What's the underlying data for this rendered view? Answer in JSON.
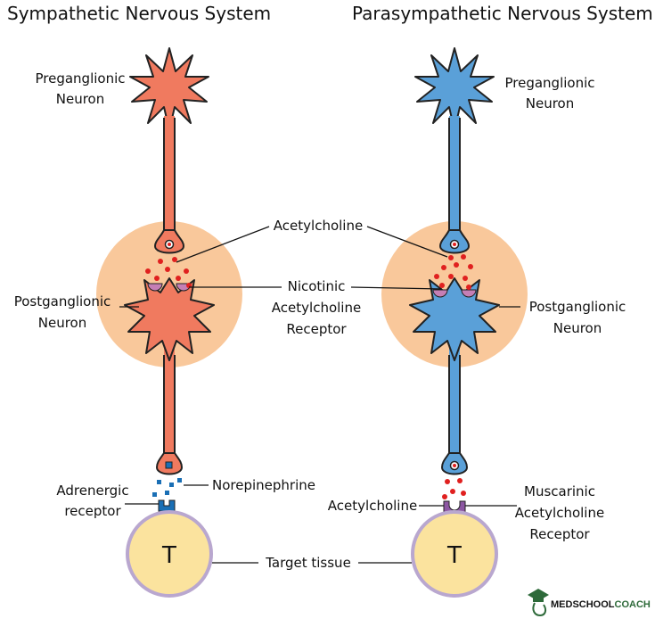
{
  "titles": {
    "left": "Sympathetic Nervous System",
    "right": "Parasympathetic Nervous System"
  },
  "labels": {
    "pre_left_1": "Preganglionic",
    "pre_left_2": "Neuron",
    "pre_right_1": "Preganglionic",
    "pre_right_2": "Neuron",
    "ach_top": "Acetylcholine",
    "nic_1": "Nicotinic",
    "nic_2": "Acetylcholine",
    "nic_3": "Receptor",
    "post_left_1": "Postganglionic",
    "post_left_2": "Neuron",
    "post_right_1": "Postganglionic",
    "post_right_2": "Neuron",
    "norepi": "Norepinephrine",
    "adren_1": "Adrenergic",
    "adren_2": "receptor",
    "ach_bottom": "Acetylcholine",
    "musc_1": "Muscarinic",
    "musc_2": "Acetylcholine",
    "musc_3": "Receptor",
    "target": "Target tissue",
    "t_left": "T",
    "t_right": "T"
  },
  "logo": {
    "text_bold": "MEDSCHOOL",
    "text_rest": "COACH"
  },
  "colors": {
    "sympathetic": "#f07a5f",
    "parasympathetic": "#5aa0d8",
    "ganglion": "#f9c89b",
    "target_fill": "#fbe39e",
    "target_ring": "#b9a7cf",
    "ach_dot": "#e0201f",
    "norepi_dot": "#1a6fb5",
    "receptor": "#c57fb5",
    "muscarinic": "#8d57a3",
    "logo_green": "#2e6a3a"
  }
}
